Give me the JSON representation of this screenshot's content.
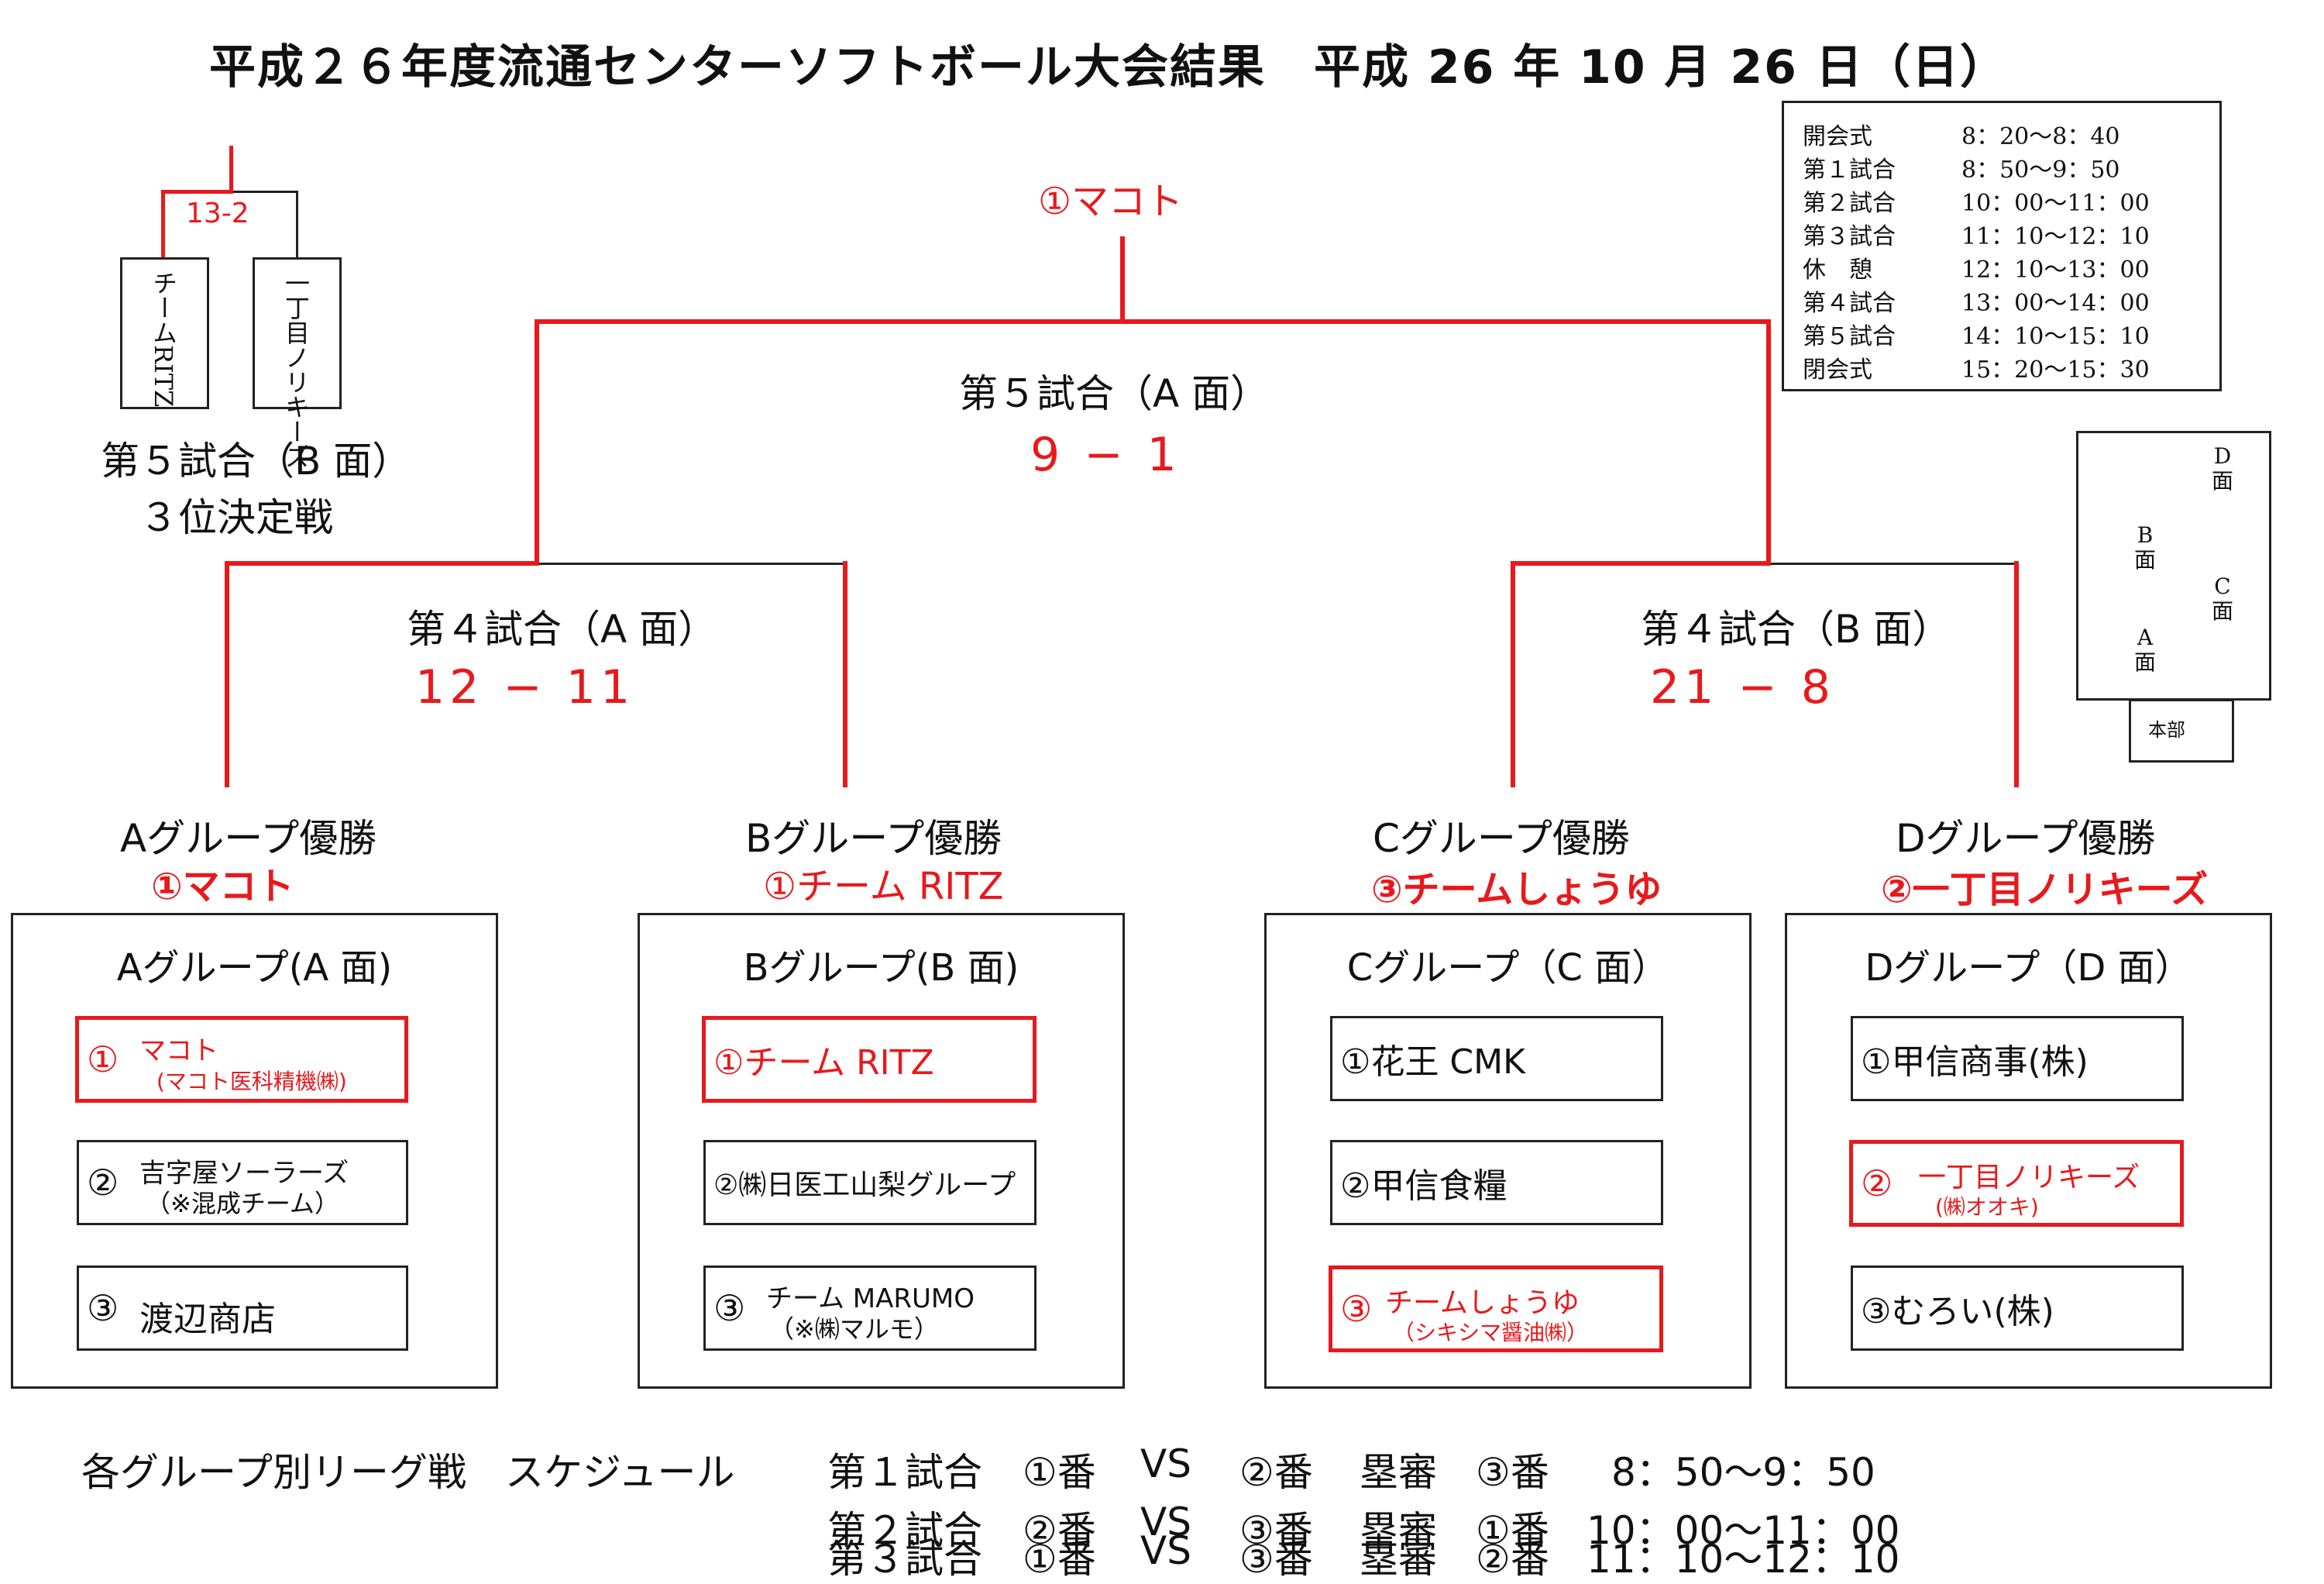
{
  "title": "平成２６年度流通センターソフトボール大会結果　平成 26 年 10 月 26 日（日）",
  "final": {
    "winner": "①マコト",
    "label": "第５試合（A 面）",
    "score": "9 − 1"
  },
  "third_place": {
    "score": "13-2",
    "team_left": "チームRITZ",
    "team_right": "一丁目ノリキーズ",
    "label": "第５試合（B 面）",
    "sublabel": "３位決定戦"
  },
  "semi_a": {
    "label": "第４試合（A 面）",
    "score": "12 − 11"
  },
  "semi_b": {
    "label": "第４試合（B 面）",
    "score": "21 − 8"
  },
  "schedule": [
    {
      "name": "開会式",
      "time": "8：20〜8：40"
    },
    {
      "name": "第１試合",
      "time": "8：50〜9：50"
    },
    {
      "name": "第２試合",
      "time": "10：00〜11：00"
    },
    {
      "name": "第３試合",
      "time": "11：10〜12：10"
    },
    {
      "name": "休　憩",
      "time": "12：10〜13：00"
    },
    {
      "name": "第４試合",
      "time": "13：00〜14：00"
    },
    {
      "name": "第５試合",
      "time": "14：10〜15：10"
    },
    {
      "name": "閉会式",
      "time": "15：20〜15：30"
    }
  ],
  "field_map": {
    "d": "D\n面",
    "b": "B\n面",
    "c": "C\n面",
    "a": "A\n面",
    "hq": "本部"
  },
  "groups": [
    {
      "winner_label": "Aグループ優勝",
      "winner": "①マコト",
      "title": "Aグループ(A 面)",
      "teams": [
        {
          "num": "①",
          "name": "マコト",
          "sub": "(マコト医科精機㈱)"
        },
        {
          "num": "②",
          "name": "吉字屋ソーラーズ",
          "sub": "（※混成チーム）"
        },
        {
          "num": "③",
          "name": "渡辺商店",
          "sub": ""
        }
      ]
    },
    {
      "winner_label": "Bグループ優勝",
      "winner": "①チーム RITZ",
      "title": "Bグループ(B 面)",
      "teams": [
        {
          "num": "",
          "name": "①チーム RITZ",
          "sub": ""
        },
        {
          "num": "",
          "name": "②㈱日医工山梨グループ",
          "sub": ""
        },
        {
          "num": "③",
          "name": "チーム MARUMO",
          "sub": "（※㈱マルモ）"
        }
      ]
    },
    {
      "winner_label": "Cグループ優勝",
      "winner": "③チームしょうゆ",
      "title": "Cグループ（C 面）",
      "teams": [
        {
          "num": "",
          "name": "①花王 CMK",
          "sub": ""
        },
        {
          "num": "",
          "name": "②甲信食糧",
          "sub": ""
        },
        {
          "num": "③",
          "name": "チームしょうゆ",
          "sub": "（シキシマ醤油㈱）"
        }
      ]
    },
    {
      "winner_label": "Dグループ優勝",
      "winner": "②一丁目ノリキーズ",
      "title": "Dグループ（D 面）",
      "teams": [
        {
          "num": "",
          "name": "①甲信商事(株)",
          "sub": ""
        },
        {
          "num": "②",
          "name": "一丁目ノリキーズ",
          "sub": "(㈱オオキ)"
        },
        {
          "num": "",
          "name": "③むろい(株)",
          "sub": ""
        }
      ]
    }
  ],
  "league": {
    "label": "各グループ別リーグ戦　スケジュール",
    "rows": [
      {
        "game": "第１試合",
        "home": "①番",
        "vs": "VS",
        "away": "②番",
        "ump": "塁審",
        "ump_team": "③番",
        "time": "8：50〜9：50"
      },
      {
        "game": "第２試合",
        "home": "②番",
        "vs": "VS",
        "away": "③番",
        "ump": "塁審",
        "ump_team": "①番",
        "time": "10：00〜11：00"
      },
      {
        "game": "第３試合",
        "home": "①番",
        "vs": "VS",
        "away": "③番",
        "ump": "塁審",
        "ump_team": "②番",
        "time": "11：10〜12：10"
      }
    ]
  },
  "colors": {
    "accent": "#e8191c",
    "line": "#222222"
  }
}
